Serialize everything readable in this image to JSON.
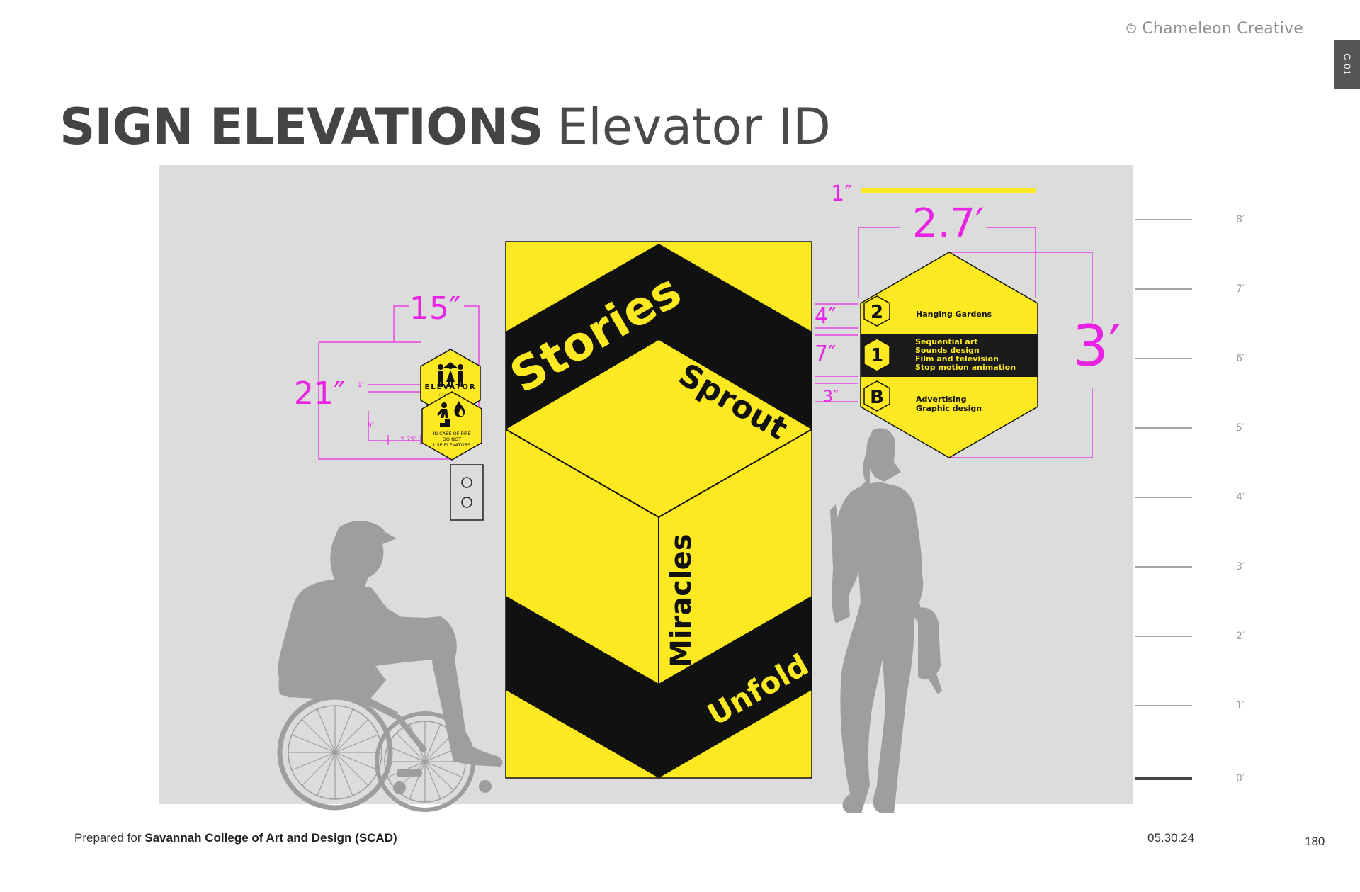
{
  "brand": {
    "name": "Chameleon Creative",
    "logo_icon": "swirl-logo-icon"
  },
  "side_tab": "C.01",
  "title": {
    "main": "SIGN ELEVATIONS",
    "sub": "Elevator ID"
  },
  "dims": {
    "elevator_width": "15″",
    "elevator_height": "21″",
    "elevator_small_a": "1″",
    "elevator_small_b": "6″",
    "elevator_small_c": "2.75″",
    "id_thickness": "1″",
    "id_width": "2.7′",
    "id_height": "3′",
    "row1_h": "4″",
    "row2_h": "7″",
    "row3_h": "3″"
  },
  "elevator_sign": {
    "label": "ELEVATOR",
    "sublabel": "passenger"
  },
  "fire_sign": {
    "line1": "IN CASE OF FIRE",
    "line2": "DO NOT",
    "line3": "USE ELEVATORS"
  },
  "mural": {
    "w1": "Stories",
    "w2": "Sprout",
    "w3": "Miracles",
    "w4": "Unfold"
  },
  "directory": {
    "rows": [
      {
        "floor": "2",
        "l1": "Hanging Gardens",
        "l2": "",
        "l3": "",
        "l4": ""
      },
      {
        "floor": "1",
        "l1": "Sequential art",
        "l2": "Sounds design",
        "l3": "Film and television",
        "l4": "Stop motion animation"
      },
      {
        "floor": "B",
        "l1": "Advertising",
        "l2": "Graphic design",
        "l3": "",
        "l4": ""
      }
    ]
  },
  "scale": {
    "ticks": [
      "8′",
      "7′",
      "6′",
      "5′",
      "4′",
      "3′",
      "2′",
      "1′",
      "0′"
    ]
  },
  "colors": {
    "accent_yellow": "#fce921",
    "dimension_magenta": "#e923e3",
    "silhouette": "#9e9e9e",
    "wall": "#dcdcdc"
  },
  "footer": {
    "prepared_prefix": "Prepared for",
    "client": "Savannah College of Art and Design (SCAD)",
    "date": "05.30.24",
    "page": "180"
  }
}
